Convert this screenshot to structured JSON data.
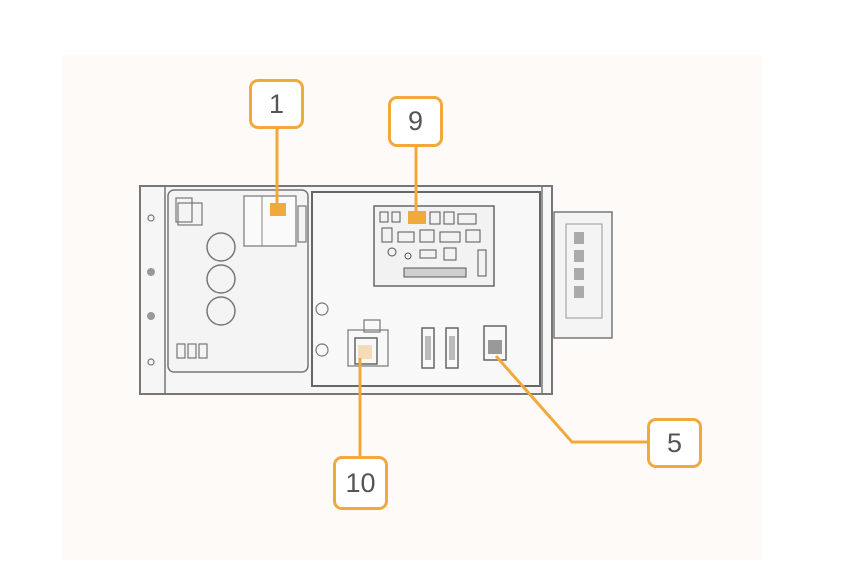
{
  "colors": {
    "accent": "#F2A93B",
    "outline": "#777777",
    "panel": "#f4f4f4",
    "background": "#fdfaf7"
  },
  "callouts": [
    {
      "id": "1",
      "label": "1"
    },
    {
      "id": "9",
      "label": "9"
    },
    {
      "id": "5",
      "label": "5"
    },
    {
      "id": "10",
      "label": "10"
    }
  ]
}
